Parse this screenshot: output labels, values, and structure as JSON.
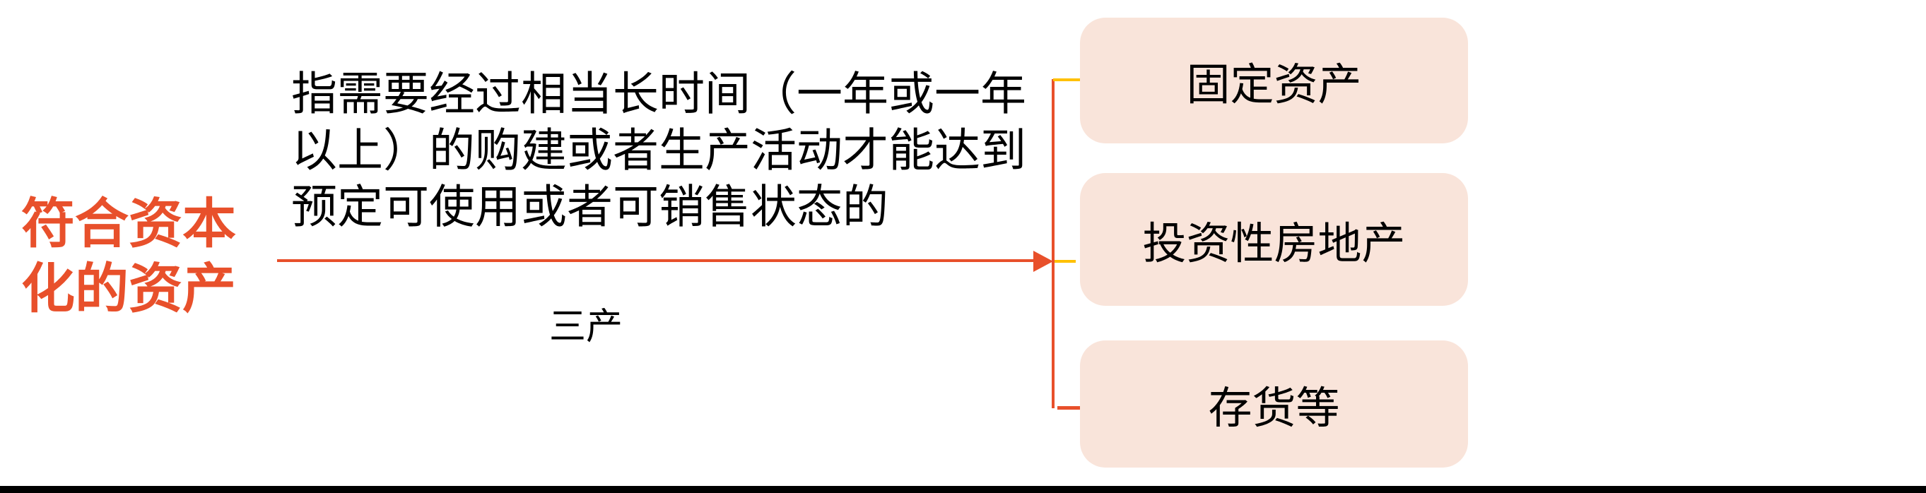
{
  "diagram": {
    "root": {
      "line1": "符合资本",
      "line2": "化的资产"
    },
    "description": {
      "line1": "指需要经过相当长时间（一年或一年",
      "line2": "以上）的购建或者生产活动才能达到",
      "line3": "预定可使用或者可销售状态的"
    },
    "annotation": "三产",
    "branches": [
      {
        "label": "固定资产"
      },
      {
        "label": "投资性房地产"
      },
      {
        "label": "存货等"
      }
    ]
  },
  "colors": {
    "background": "#FFFFFF",
    "title_red": "#E8502B",
    "connector_red": "#E8502B",
    "connector_gold": "#FFC000",
    "box_fill": "#F9E4DA",
    "body_text": "#000000",
    "bottom_bar": "#000000"
  }
}
